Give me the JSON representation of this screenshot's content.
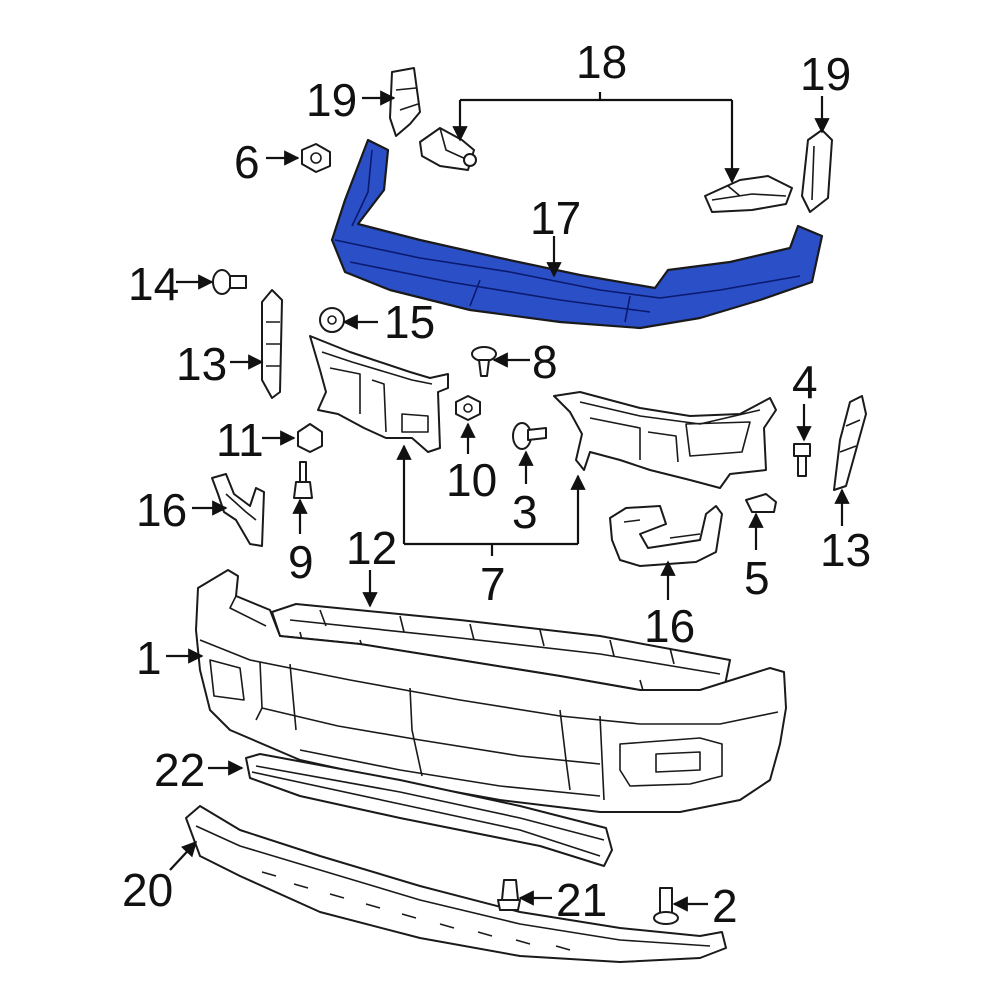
{
  "diagram": {
    "highlight_color": "#2b4fc7",
    "callouts": {
      "c1": "1",
      "c2": "2",
      "c3": "3",
      "c4": "4",
      "c5": "5",
      "c6": "6",
      "c7": "7",
      "c8": "8",
      "c9": "9",
      "c10": "10",
      "c11": "11",
      "c12": "12",
      "c13_left": "13",
      "c13_right": "13",
      "c14": "14",
      "c15": "15",
      "c16_left": "16",
      "c16_right": "16",
      "c17": "17",
      "c18": "18",
      "c19_left": "19",
      "c19_right": "19",
      "c20": "20",
      "c21": "21",
      "c22": "22"
    }
  }
}
